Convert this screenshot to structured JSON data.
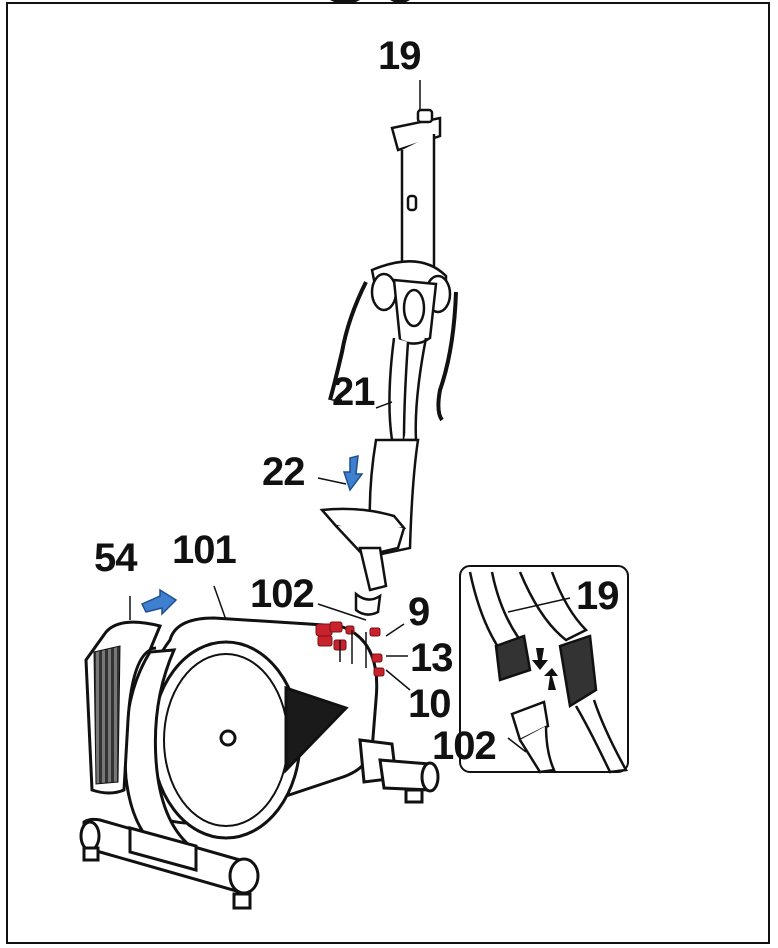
{
  "diagram": {
    "callouts": {
      "c19_top": "19",
      "c21": "21",
      "c22": "22",
      "c54": "54",
      "c101": "101",
      "c102_main": "102",
      "c9": "9",
      "c13": "13",
      "c10": "10",
      "c19_inset": "19",
      "c102_inset": "102"
    },
    "colors": {
      "line": "#111111",
      "arrow": "#3f7fd0",
      "bolts": "#c8232c"
    }
  }
}
